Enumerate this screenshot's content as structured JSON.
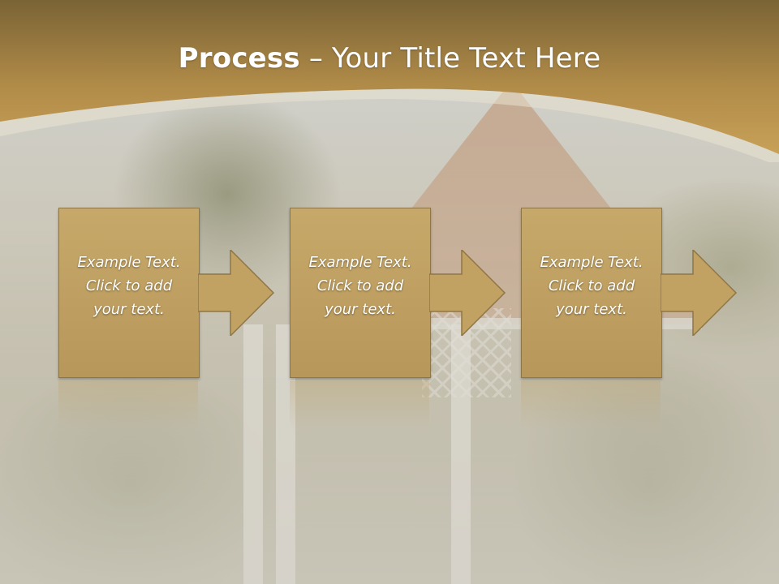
{
  "slide": {
    "title_strong": "Process",
    "title_dash": "–",
    "title_rest": "Your Title Text Here"
  },
  "steps": [
    {
      "line1": "Example Text.",
      "line2": "Click  to add",
      "line3": "your text."
    },
    {
      "line1": "Example Text.",
      "line2": "Click  to add",
      "line3": "your text."
    },
    {
      "line1": "Example Text.",
      "line2": "Click  to add",
      "line3": "your text."
    }
  ],
  "colors": {
    "header_dark": "#7a6335",
    "header_gold": "#c8a158",
    "box_fill": "#c6a96a",
    "box_border": "#8f7646",
    "text": "#ffffff"
  }
}
